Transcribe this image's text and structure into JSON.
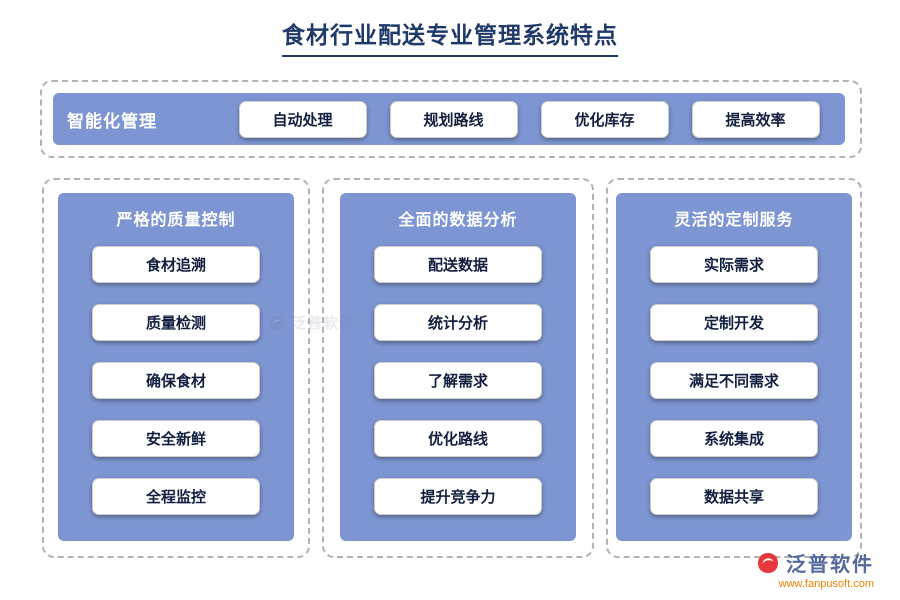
{
  "page": {
    "title": "食材行业配送专业管理系统特点"
  },
  "top_section": {
    "label": "智能化管理",
    "items": [
      "自动处理",
      "规划路线",
      "优化库存",
      "提高效率"
    ]
  },
  "columns": [
    {
      "header": "严格的质量控制",
      "items": [
        "食材追溯",
        "质量检测",
        "确保食材",
        "安全新鲜",
        "全程监控"
      ]
    },
    {
      "header": "全面的数据分析",
      "items": [
        "配送数据",
        "统计分析",
        "了解需求",
        "优化路线",
        "提升竞争力"
      ]
    },
    {
      "header": "灵活的定制服务",
      "items": [
        "实际需求",
        "定制开发",
        "满足不同需求",
        "系统集成",
        "数据共享"
      ]
    }
  ],
  "watermark": {
    "text": "泛普软件"
  },
  "footer": {
    "brand": "泛普软件",
    "url": "www.fanpusoft.com"
  },
  "colors": {
    "panel_blue": "#7d96d3",
    "title_navy": "#1f3a68",
    "button_text": "#121f3f",
    "url_orange": "#f08300",
    "logo_red": "#e8383d"
  }
}
